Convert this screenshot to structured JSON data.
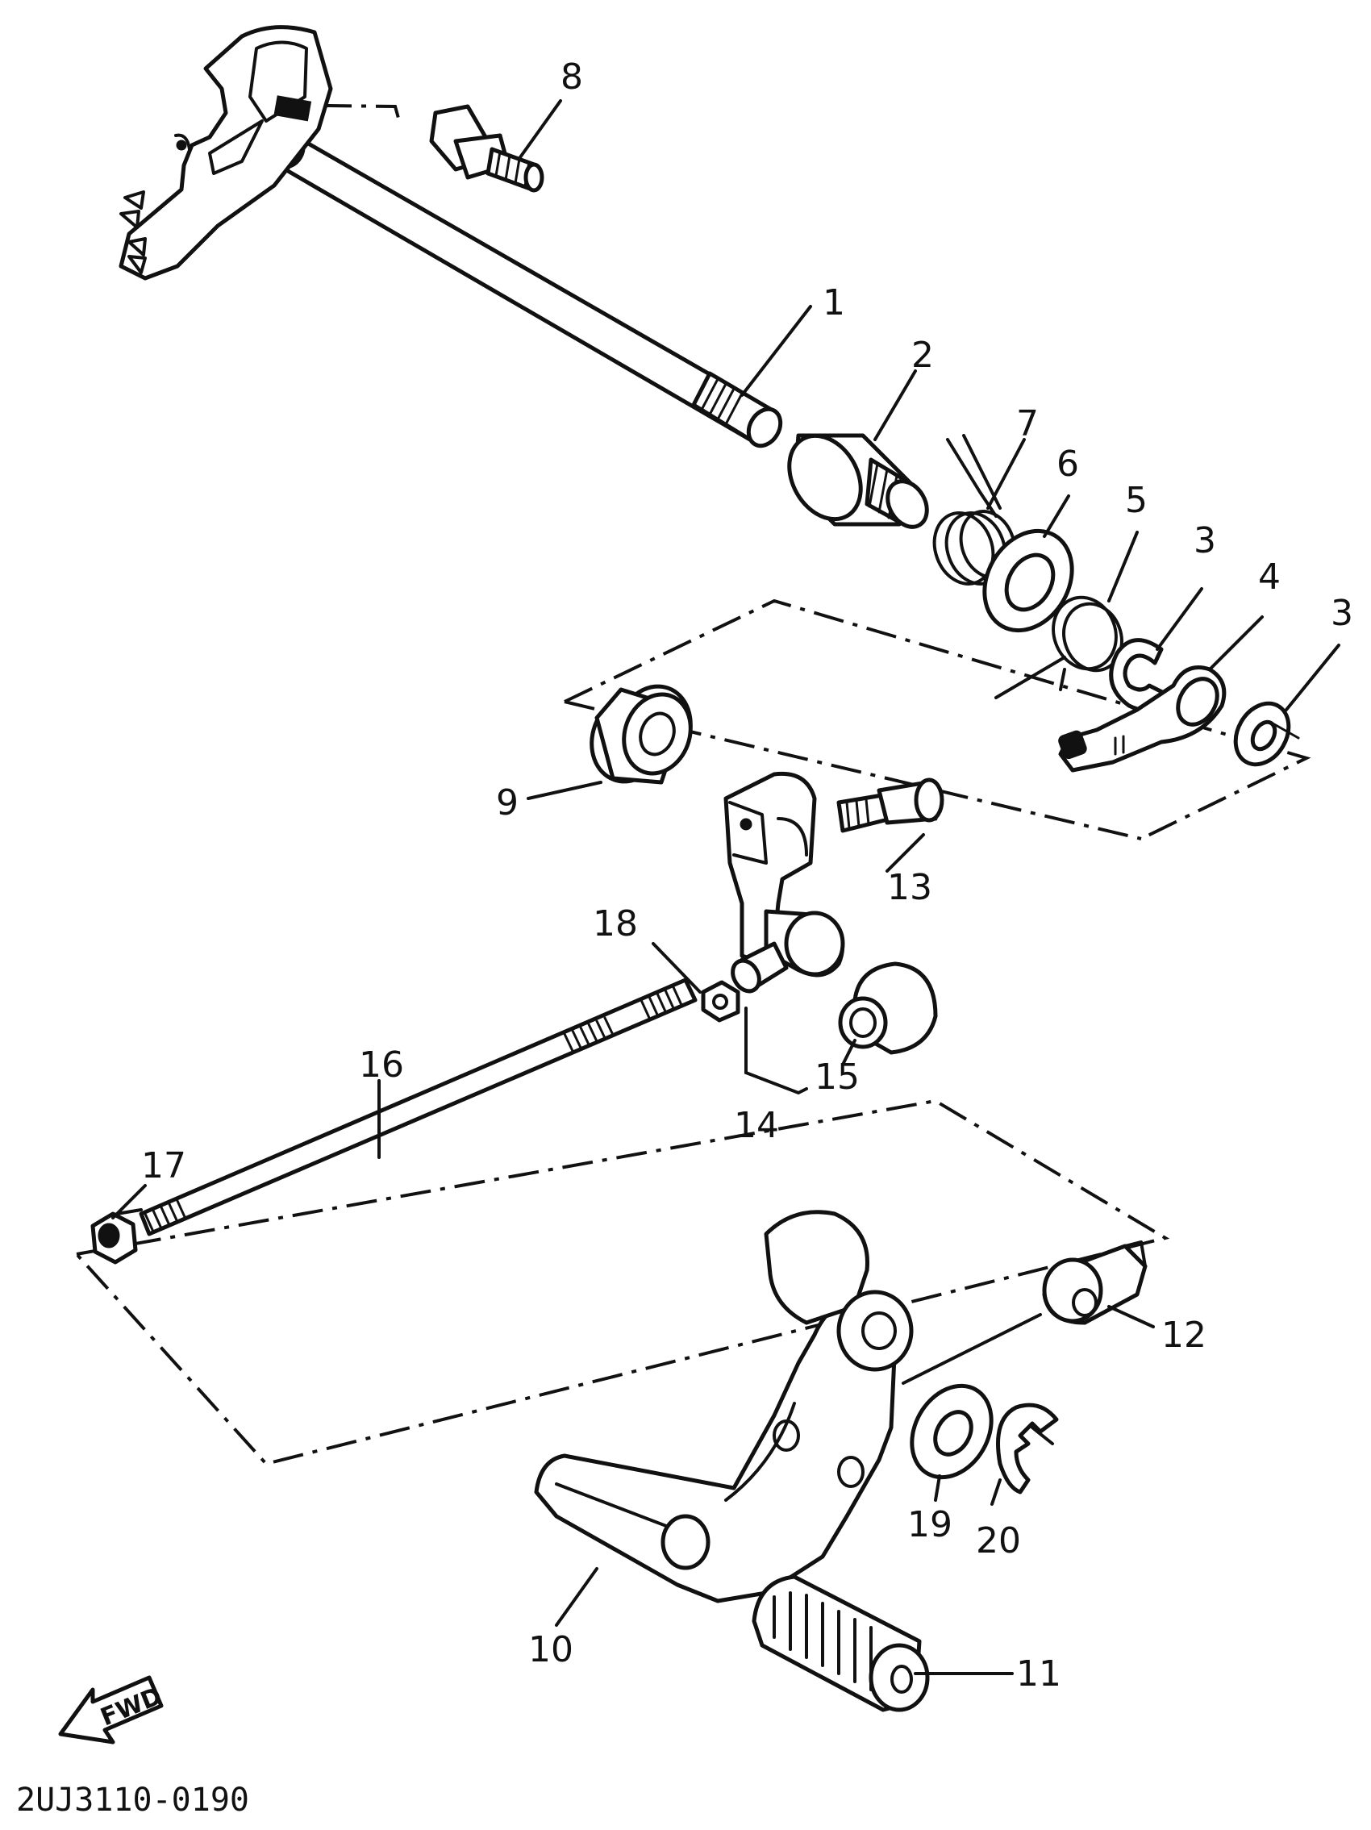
{
  "diagram": {
    "parts": [
      {
        "id": "part-1",
        "number": "1"
      },
      {
        "id": "part-2",
        "number": "2"
      },
      {
        "id": "part-3a",
        "number": "3"
      },
      {
        "id": "part-3b",
        "number": "3"
      },
      {
        "id": "part-4",
        "number": "4"
      },
      {
        "id": "part-5",
        "number": "5"
      },
      {
        "id": "part-6",
        "number": "6"
      },
      {
        "id": "part-7",
        "number": "7"
      },
      {
        "id": "part-8",
        "number": "8"
      },
      {
        "id": "part-9",
        "number": "9"
      },
      {
        "id": "part-10",
        "number": "10"
      },
      {
        "id": "part-11",
        "number": "11"
      },
      {
        "id": "part-12",
        "number": "12"
      },
      {
        "id": "part-13",
        "number": "13"
      },
      {
        "id": "part-14",
        "number": "14"
      },
      {
        "id": "part-15",
        "number": "15"
      },
      {
        "id": "part-16",
        "number": "16"
      },
      {
        "id": "part-17",
        "number": "17"
      },
      {
        "id": "part-18",
        "number": "18"
      },
      {
        "id": "part-19",
        "number": "19"
      },
      {
        "id": "part-20",
        "number": "20"
      }
    ],
    "fwd_label": "FWD",
    "drawing_code": "2UJ3110-0190"
  }
}
